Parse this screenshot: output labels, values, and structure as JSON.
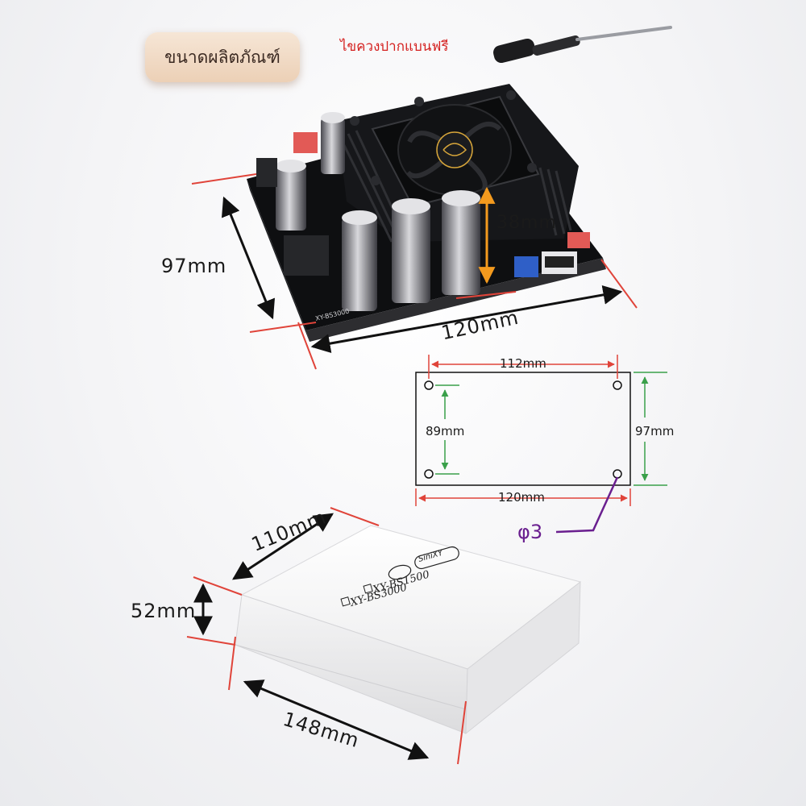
{
  "header": {
    "title": "ขนาดผลิตภัณฑ์",
    "promo": "ไขควงปากแบนฟรี"
  },
  "board": {
    "width_label": "120mm",
    "depth_label": "97mm",
    "height_label": "38mm",
    "model_silk": "XY-BS3000"
  },
  "hole_diagram": {
    "top_label": "112mm",
    "bottom_label": "120mm",
    "inner_height_label": "89mm",
    "outer_height_label": "97mm",
    "hole_label": "φ3"
  },
  "box": {
    "depth_label": "110mm",
    "height_label": "52mm",
    "width_label": "148mm",
    "brand": "SiniXY",
    "option_1": "XY-BS1500",
    "option_2": "XY-BS3000"
  },
  "colors": {
    "dim_line_red": "#e0443a",
    "dim_line_green": "#3aa04a",
    "dim_arrow_orange": "#f39a1e",
    "hole_leader_purple": "#6a1f8f",
    "promo_red": "#d4201f",
    "pill_bg": "#ecd0b6"
  }
}
